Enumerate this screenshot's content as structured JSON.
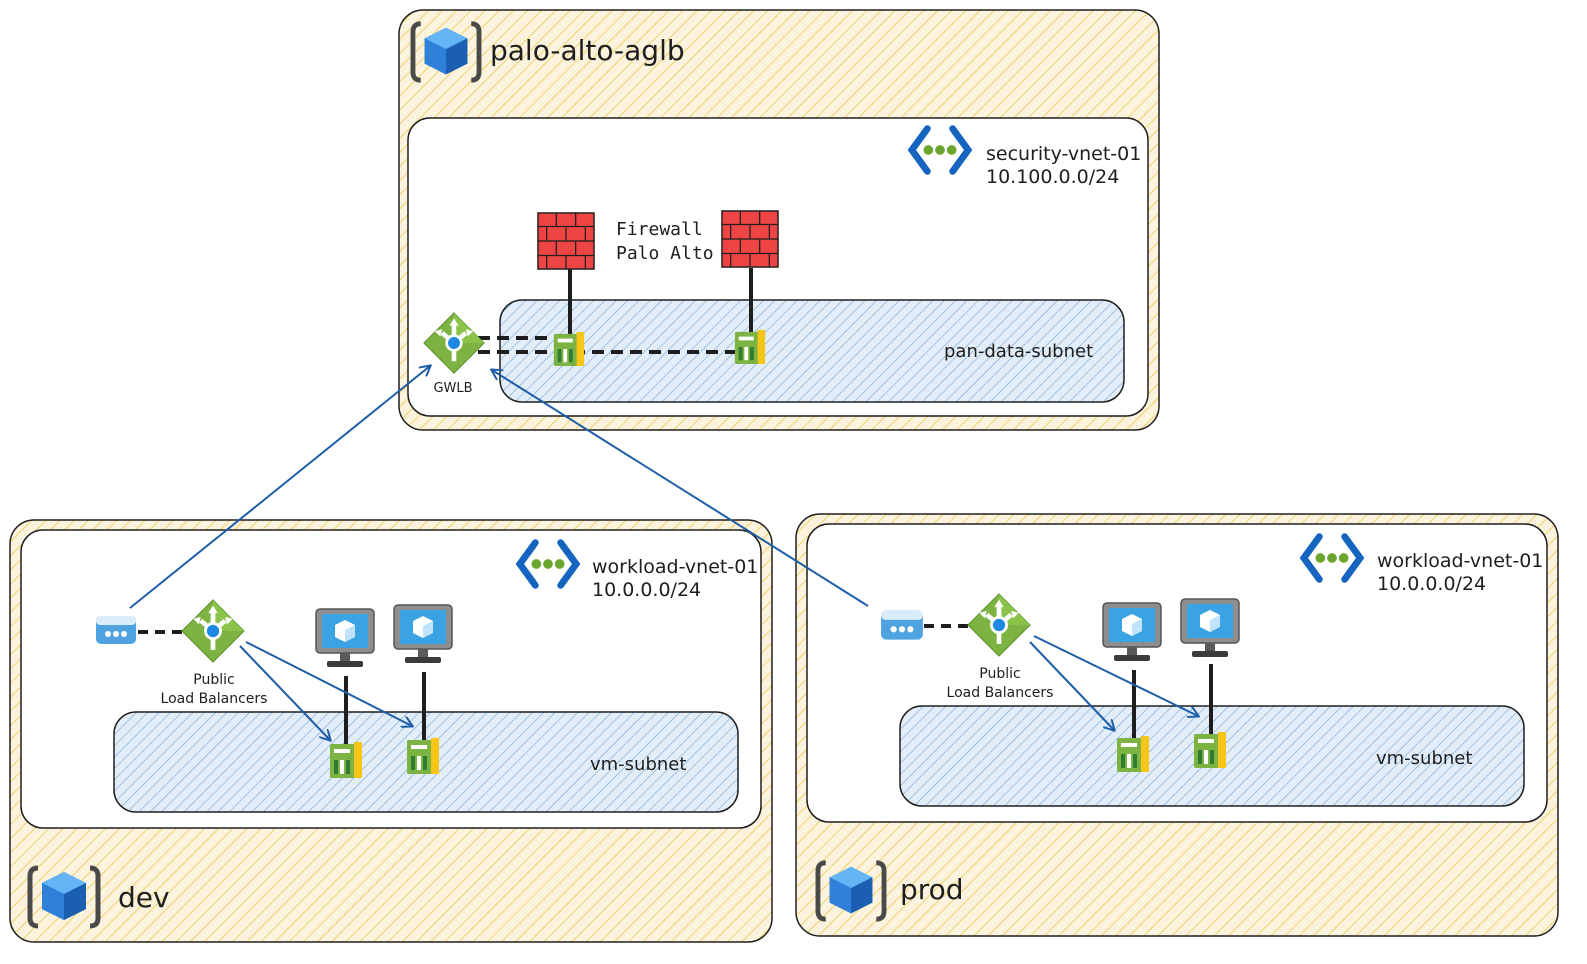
{
  "groups": {
    "hub": {
      "name": "palo-alto-aglb"
    },
    "dev": {
      "name": "dev"
    },
    "prod": {
      "name": "prod"
    }
  },
  "vnets": {
    "security": {
      "name": "security-vnet-01",
      "cidr": "10.100.0.0/24"
    },
    "dev": {
      "name": "workload-vnet-01",
      "cidr": "10.0.0.0/24"
    },
    "prod": {
      "name": "workload-vnet-01",
      "cidr": "10.0.0.0/24"
    }
  },
  "subnets": {
    "security": "pan-data-subnet",
    "dev": "vm-subnet",
    "prod": "vm-subnet"
  },
  "firewall": {
    "line1": "Firewall",
    "line2": "Palo Alto"
  },
  "gwlb": {
    "label": "GWLB"
  },
  "public_lb": {
    "dev": {
      "line1": "Public",
      "line2": "Load Balancers"
    },
    "prod": {
      "line1": "Public",
      "line2": "Load Balancers"
    }
  },
  "icons": {
    "resource_group": "resource-group-cube-icon",
    "vnet": "virtual-network-icon",
    "firewall": "firewall-brick-icon",
    "nic": "network-interface-icon",
    "load_balancer": "load-balancer-icon",
    "public_ip": "public-ip-icon",
    "vm": "virtual-machine-monitor-icon"
  },
  "colors": {
    "group_fill": "#fbefd2",
    "group_hatch": "#f2c94c",
    "subnet_fill": "#dbe8f6",
    "subnet_hatch": "#4a90d9",
    "arrow": "#1f5fa8",
    "firewall": "#e03131",
    "lb_green": "#6aa52d"
  }
}
